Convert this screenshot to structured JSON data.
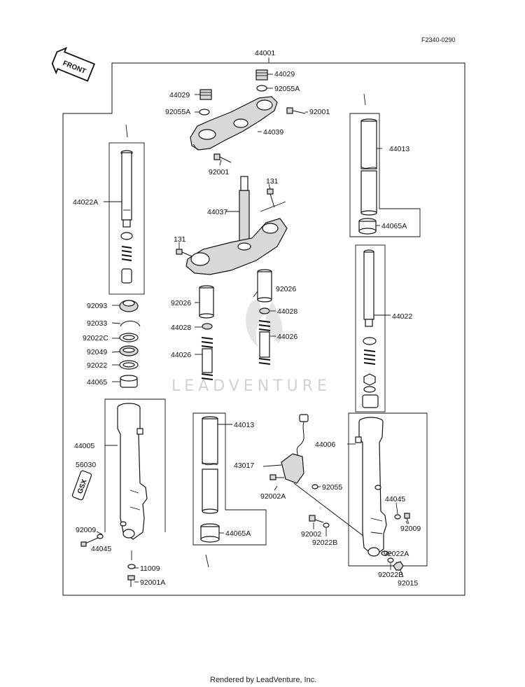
{
  "diagram_code": "F2340-0290",
  "front_arrow_text": "FRONT",
  "watermark": "LEADVENTURE",
  "footer": "Rendered by LeadVenture, Inc.",
  "labels": {
    "p44001": "44001",
    "p44029_a": "44029",
    "p92055a_a": "92055A",
    "p44029_b": "44029",
    "p92055a_b": "92055A",
    "p92001_a": "92001",
    "p44039": "44039",
    "p92001_b": "92001",
    "p131_a": "131",
    "p44037": "44037",
    "p131_b": "131",
    "p44022a": "44022A",
    "p44013_a": "44013",
    "p44065a_a": "44065A",
    "p92026_a": "92026",
    "p92026_b": "92026",
    "p44028_a": "44028",
    "p44028_b": "44028",
    "p44026_a": "44026",
    "p44026_b": "44026",
    "p92093": "92093",
    "p92033": "92033",
    "p92022c": "92022C",
    "p92049": "92049",
    "p92022": "92022",
    "p44065": "44065",
    "p44022": "44022",
    "p44005": "44005",
    "p56030": "56030",
    "p92009_a": "92009",
    "p44045_a": "44045",
    "p11009": "11009",
    "p92001a": "92001A",
    "p44013_b": "44013",
    "p44065a_b": "44065A",
    "p43017": "43017",
    "p92002a": "92002A",
    "p92055": "92055",
    "p92002": "92002",
    "p92022b_a": "92022B",
    "p44006": "44006",
    "p44045_b": "44045",
    "p92009_b": "92009",
    "p92022a": "92022A",
    "p92022b_b": "92022B",
    "p92015": "92015"
  },
  "decal_text": "GSX"
}
